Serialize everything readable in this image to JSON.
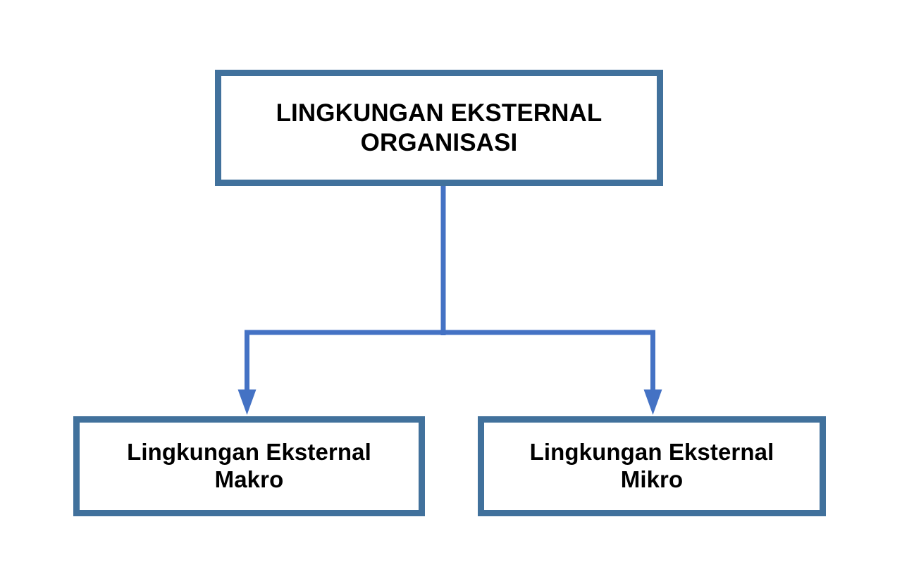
{
  "diagram": {
    "title": "Lingkungan Eksternal Organisasi",
    "type": "org-hierarchy-flowchart",
    "orientation": "top-down",
    "background_color": "#FFFFFF",
    "box_border_color": "#41719C",
    "box_fill_color": "#FFFFFF",
    "connector_color": "#4472C4",
    "text_color": "#000000",
    "nodes": {
      "root": {
        "label": "LINGKUNGAN EKSTERNAL ORGANISASI",
        "line1": "LINGKUNGAN EKSTERNAL",
        "line2": "ORGANISASI",
        "level": 1
      },
      "child_left": {
        "label": "Lingkungan Eksternal Makro",
        "line1": "Lingkungan Eksternal",
        "line2": "Makro",
        "level": 2
      },
      "child_right": {
        "label": "Lingkungan Eksternal Mikro",
        "line1": "Lingkungan Eksternal",
        "line2": "Mikro",
        "level": 2
      }
    },
    "edges": [
      {
        "from": "root",
        "to": "child_left",
        "style": "elbow-arrow",
        "arrowhead": "filled-triangle"
      },
      {
        "from": "root",
        "to": "child_right",
        "style": "elbow-arrow",
        "arrowhead": "filled-triangle"
      }
    ]
  }
}
